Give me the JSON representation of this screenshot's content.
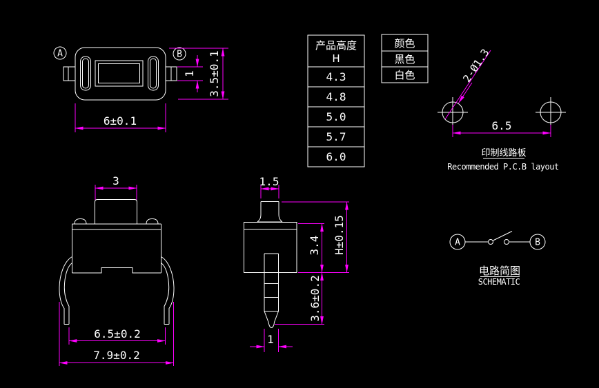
{
  "colors": {
    "background": "#000000",
    "outline": "#ffffff",
    "dimension": "#ff00ff",
    "text": "#ffffff"
  },
  "top_view": {
    "label_a": "A",
    "label_b": "B",
    "dim_width": "6±0.1",
    "dim_height": "3.5±0.1",
    "dim_terminal_height": "1"
  },
  "height_table": {
    "header_line1": "产品高度",
    "header_line2": "H",
    "rows": [
      "4.3",
      "4.8",
      "5.0",
      "5.7",
      "6.0"
    ]
  },
  "color_table": {
    "header": "颜色",
    "options": [
      "黑色",
      "白色"
    ]
  },
  "pcb_layout": {
    "hole_callout": "2-Ø1.3",
    "dim_hole_pitch": "6.5",
    "title_cn": "印制线路板",
    "title_en": "Recommended P.C.B layout"
  },
  "front_view": {
    "dim_button_width": "3",
    "dim_lead_span": "6.5±0.2",
    "dim_overall_width": "7.9±0.2"
  },
  "side_view": {
    "dim_stem_width": "1.5",
    "dim_body_height": "3.4",
    "dim_overall_height": "H±0.15",
    "dim_pin_length": "3.6±0.2",
    "dim_pin_width": "1"
  },
  "schematic": {
    "label_a": "A",
    "label_b": "B",
    "title_cn": "电路简图",
    "title_en": "SCHEMATIC"
  }
}
